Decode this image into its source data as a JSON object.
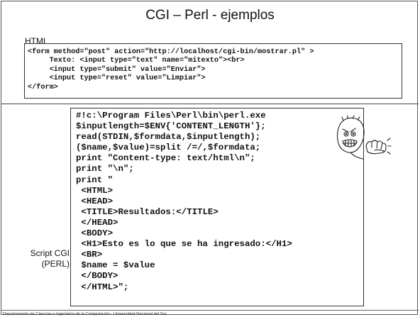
{
  "slide": {
    "title": "CGI – Perl - ejemplos",
    "html_label": "HTML",
    "html_code": [
      "<form method=\"post\" action=\"http://localhost/cgi-bin/mostrar.pl\" >",
      "     Texto: <input type=\"text\" name=\"mitexto\"><br>",
      "     <input type=\"submit\" value=\"Enviar\">",
      "     <input type=\"reset\" value=\"Limpiar\">",
      "</form>"
    ],
    "perl_code": [
      "#!c:\\Program Files\\Perl\\bin\\perl.exe",
      "$inputlength=$ENV{'CONTENT_LENGTH'};",
      "read(STDIN,$formdata,$inputlength);",
      "($name,$value)=split /=/,$formdata;",
      "print \"Content-type: text/html\\n\";",
      "print \"\\n\";",
      "print \"",
      " <HTML>",
      " <HEAD>",
      " <TITLE>Resultados:</TITLE>",
      " </HEAD>",
      " <BODY>",
      " <H1>Esto es lo que se ha ingresado:</H1>",
      " <BR>",
      " $name = $value",
      " </BODY>",
      " </HTML>\";"
    ],
    "script_label_line1": "Script CGI",
    "script_label_line2": "(PERL)",
    "footer": "Departamento de Ciencias e Ingeniería de la Computación - Universidad Nacional del Sur",
    "meme_icon": "rage-face-icon"
  }
}
